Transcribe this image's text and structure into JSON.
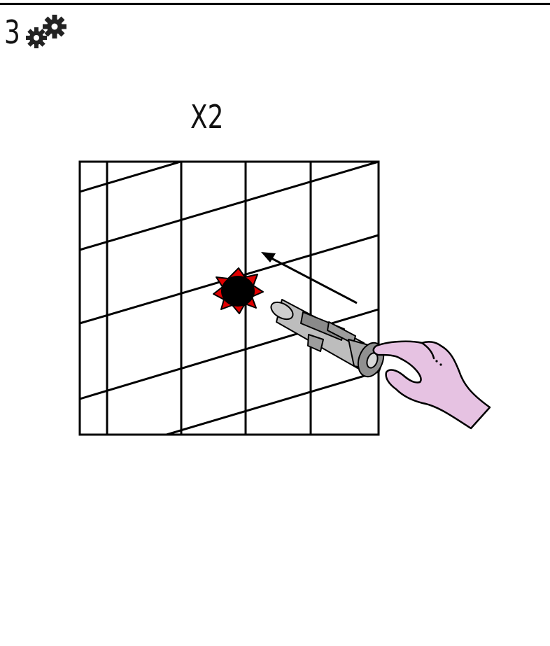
{
  "step": {
    "number": "3",
    "icon": "gears-icon"
  },
  "illustration": {
    "multiplier_label": "X2",
    "colors": {
      "line": "#000000",
      "drill_burst": "#e00000",
      "hand_fill": "#e6c2e2",
      "anchor_fill": "#bdbdbd",
      "anchor_dark": "#7a7a7a"
    },
    "icons": [
      "wall-tile-grid",
      "drilled-hole-icon",
      "insert-direction-arrow-icon",
      "wall-anchor-plug-icon",
      "hand-icon"
    ]
  }
}
